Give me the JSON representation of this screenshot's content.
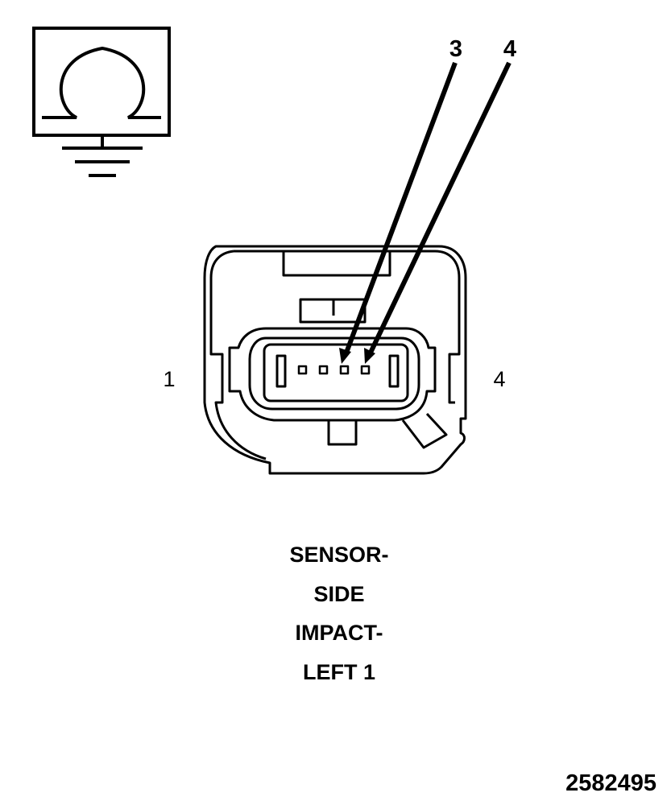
{
  "symbol": {
    "icon": "ohmmeter-ground-icon"
  },
  "connector": {
    "icon": "four-pin-connector-icon",
    "pin_label_left": "1",
    "pin_label_right": "4"
  },
  "leaders": [
    {
      "label": "3"
    },
    {
      "label": "4"
    }
  ],
  "caption": {
    "line1": "SENSOR-",
    "line2": "SIDE",
    "line3": "IMPACT-",
    "line4": "LEFT 1"
  },
  "figure_number": "2582495"
}
